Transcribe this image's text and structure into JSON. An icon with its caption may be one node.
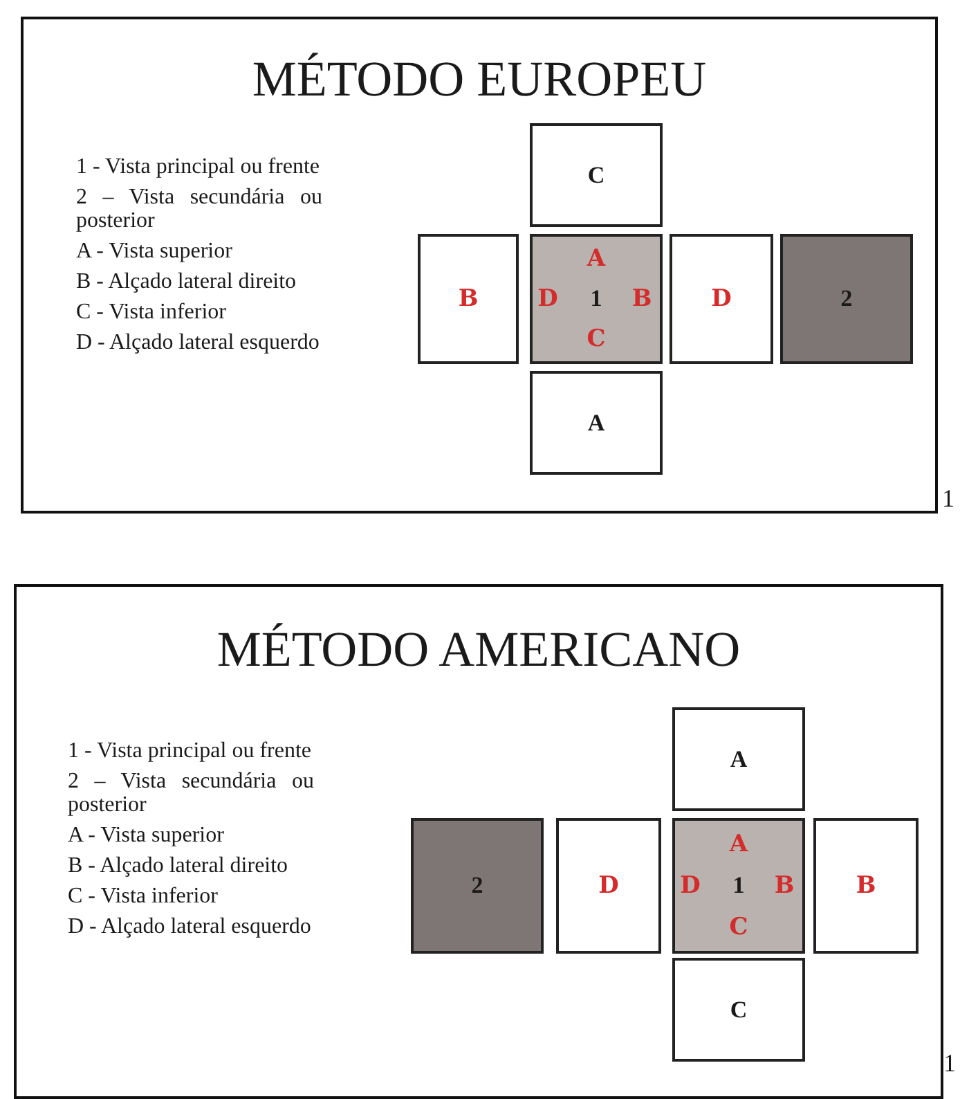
{
  "diagram": {
    "nodes": [
      {
        "text": [
          "MÉTODO EUROPEU"
        ],
        "beside": [
          "1"
        ]
      },
      {
        "text": [
          "C"
        ],
        "in": 0
      },
      {
        "text": [
          "B"
        ],
        "in": 0
      },
      {
        "text": [
          "A",
          "D",
          "1",
          "B",
          "C"
        ],
        "in": 0
      },
      {
        "text": [
          "D"
        ],
        "in": 0
      },
      {
        "text": [
          "2"
        ],
        "in": 0
      },
      {
        "text": [
          "A"
        ],
        "in": 0
      },
      {
        "text": [
          "MÉTODO AMERICANO"
        ],
        "beside": [
          "1"
        ]
      },
      {
        "text": [
          "A"
        ],
        "in": 7
      },
      {
        "text": [
          "2"
        ],
        "in": 7
      },
      {
        "text": [
          "D"
        ],
        "in": 7
      },
      {
        "text": [
          "A",
          "D",
          "1",
          "B",
          "C"
        ],
        "in": 7
      },
      {
        "text": [
          "B"
        ],
        "in": 7
      },
      {
        "text": [
          "C"
        ],
        "in": 7
      }
    ],
    "labels": [
      "1 - Vista principal ou frente",
      "2 – Vista secundária ou posterior",
      "A - Vista superior",
      "B - Alçado lateral direito",
      "C - Vista inferior",
      "D - Alçado lateral esquerdo",
      "1 - Vista principal ou frente",
      "2 – Vista secundária ou posterior",
      "A - Vista superior",
      "B - Alçado lateral direito",
      "C - Vista inferior",
      "D - Alçado lateral esquerdo"
    ]
  }
}
